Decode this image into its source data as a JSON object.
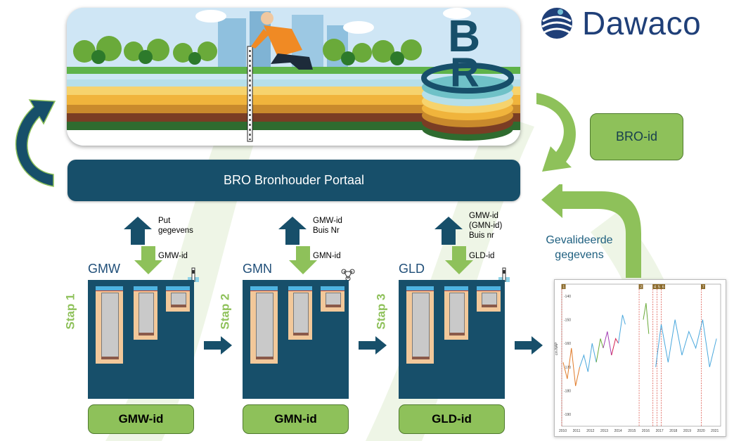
{
  "brand": {
    "name": "Dawaco"
  },
  "hero": {
    "logo_letters": [
      "B",
      "R"
    ]
  },
  "portal": {
    "label": "BRO Bronhouder Portaal"
  },
  "bro_id": {
    "label": "BRO-id"
  },
  "validated": {
    "line1": "Gevalideerde",
    "line2": "gegevens"
  },
  "steps": [
    {
      "title": "GMW",
      "step": "Stap 1",
      "up_lines": [
        "Put",
        "gegevens"
      ],
      "down_lines": [
        "GMW-id"
      ],
      "id_label": "GMW-id"
    },
    {
      "title": "GMN",
      "step": "Stap 2",
      "up_lines": [
        "GMW-id",
        "Buis Nr"
      ],
      "down_lines": [
        "GMN-id"
      ],
      "id_label": "GMN-id"
    },
    {
      "title": "GLD",
      "step": "Stap 3",
      "up_lines": [
        "GMW-id",
        "(GMN-id)",
        "Buis nr"
      ],
      "down_lines": [
        "GLD-id"
      ],
      "id_label": "GLD-id"
    }
  ],
  "colors": {
    "dark_blue": "#174f6a",
    "green": "#8ec15a",
    "title_blue": "#1f4e78"
  },
  "chart_data": {
    "type": "line",
    "ylabel": "cm NAP",
    "ytick_labels": [
      "-140",
      "-150",
      "-160",
      "-170",
      "-180",
      "-190"
    ],
    "xtick_labels": [
      "2010",
      "2011",
      "2012",
      "2013",
      "2014",
      "2015",
      "2016",
      "2017",
      "2018",
      "2019",
      "2020",
      "2021"
    ],
    "event_markers": [
      "1",
      "2",
      "4",
      "5",
      "6",
      "7"
    ],
    "xlim": [
      2010,
      2021.5
    ],
    "ylim": [
      -195,
      -135
    ],
    "series": [
      {
        "color": "#e07b2a",
        "x": [
          2010.1,
          2010.4,
          2010.7,
          2011.0,
          2011.3
        ],
        "y": [
          -168,
          -175,
          -162,
          -178,
          -170
        ]
      },
      {
        "color": "#4aa8dd",
        "x": [
          2011.3,
          2011.6,
          2011.9,
          2012.2,
          2012.5
        ],
        "y": [
          -170,
          -165,
          -172,
          -160,
          -168
        ]
      },
      {
        "color": "#6aaa3a",
        "x": [
          2012.5,
          2012.8,
          2013.0
        ],
        "y": [
          -168,
          -158,
          -162
        ]
      },
      {
        "color": "#a23db3",
        "x": [
          2013.0,
          2013.3,
          2013.6
        ],
        "y": [
          -162,
          -155,
          -165
        ]
      },
      {
        "color": "#d4204f",
        "x": [
          2013.6,
          2013.9,
          2014.1
        ],
        "y": [
          -165,
          -158,
          -160
        ]
      },
      {
        "color": "#4aa8dd",
        "x": [
          2014.1,
          2014.4,
          2014.6
        ],
        "y": [
          -160,
          -148,
          -152
        ]
      },
      {
        "color": "#6aaa3a",
        "x": [
          2015.9,
          2016.1,
          2016.3
        ],
        "y": [
          -150,
          -143,
          -156
        ]
      },
      {
        "color": "#4aa8dd",
        "x": [
          2016.8,
          2017.2,
          2017.7,
          2018.2,
          2018.7,
          2019.2,
          2019.7,
          2020.2,
          2020.7,
          2021.2
        ],
        "y": [
          -170,
          -152,
          -168,
          -150,
          -165,
          -155,
          -162,
          -150,
          -170,
          -158
        ]
      }
    ]
  }
}
